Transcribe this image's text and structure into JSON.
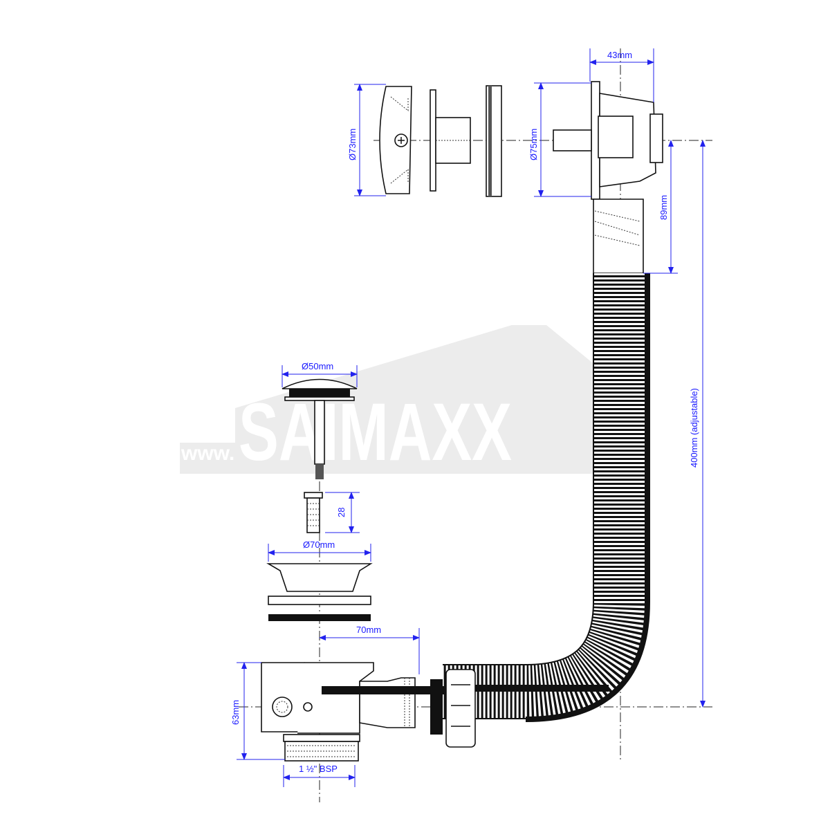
{
  "watermark": {
    "prefix": "www.",
    "brand": "SAIMAXX"
  },
  "dimensions": {
    "overflow_depth": "43mm",
    "cover_diameter": "Ø73mm",
    "overflow_diameter": "Ø75mm",
    "overflow_drop": "89mm",
    "hose_length": "400mm (adjustable)",
    "plug_diameter": "Ø50mm",
    "stem_length": "28",
    "flange_diameter": "Ø70mm",
    "waste_offset": "70mm",
    "waste_height": "63mm",
    "thread_size": "1 ½\" BSP"
  },
  "colors": {
    "dimension": "#1a1aff",
    "outline": "#111111",
    "watermark": "#ececec"
  }
}
